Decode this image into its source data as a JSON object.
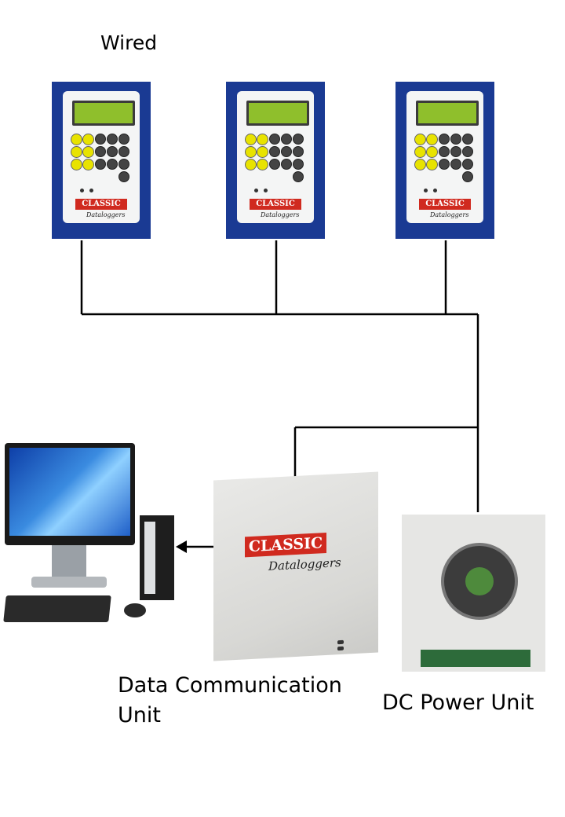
{
  "title": "Wired",
  "terminals": [
    {
      "logo": "CLASSIC",
      "sub": "Dataloggers"
    },
    {
      "logo": "CLASSIC",
      "sub": "Dataloggers"
    },
    {
      "logo": "CLASSIC",
      "sub": "Dataloggers"
    }
  ],
  "dcu": {
    "logo": "CLASSIC",
    "sub": "Dataloggers",
    "caption_line1": "Data Communication",
    "caption_line2": "Unit"
  },
  "psu": {
    "caption": "DC Power Unit"
  },
  "colors": {
    "terminal_blue": "#1a3a93",
    "logo_red": "#d02a1f",
    "lcd_green": "#8fbf2c",
    "key_yellow": "#e8e300"
  }
}
